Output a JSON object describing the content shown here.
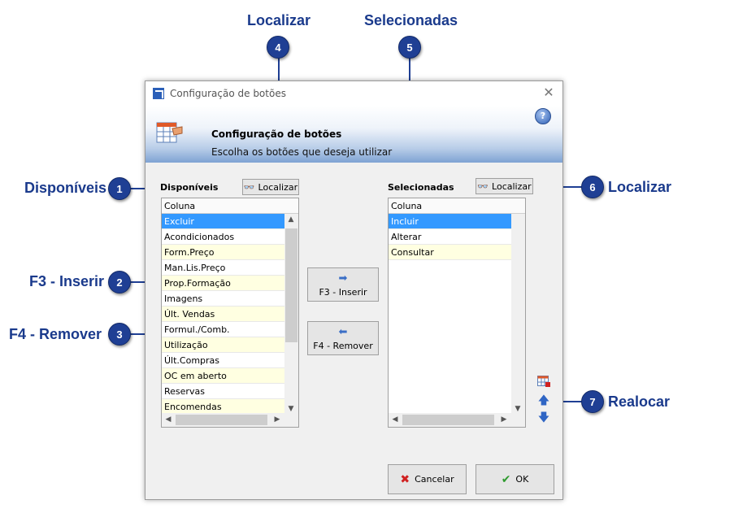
{
  "callouts": {
    "c1": {
      "num": "1",
      "label": "Disponíveis"
    },
    "c2": {
      "num": "2",
      "label": "F3 - Inserir"
    },
    "c3": {
      "num": "3",
      "label": "F4 - Remover"
    },
    "c4": {
      "num": "4",
      "label": "Localizar"
    },
    "c5": {
      "num": "5",
      "label": "Selecionadas"
    },
    "c6": {
      "num": "6",
      "label": "Localizar"
    },
    "c7": {
      "num": "7",
      "label": "Realocar"
    }
  },
  "window": {
    "title": "Configuração de botões",
    "close": "✕",
    "help": "?"
  },
  "header": {
    "title": "Configuração de botões",
    "subtitle": "Escolha os botões que deseja utilizar"
  },
  "available": {
    "label": "Disponíveis",
    "find_button": "Localizar",
    "column": "Coluna",
    "rows": [
      "Excluir",
      "Acondicionados",
      "Form.Preço",
      "Man.Lis.Preço",
      "Prop.Formação",
      "Imagens",
      "Últ. Vendas",
      "Formul./Comb.",
      "Utilização",
      "Últ.Compras",
      "OC em aberto",
      "Reservas",
      "Encomendas"
    ]
  },
  "selected": {
    "label": "Selecionadas",
    "find_button": "Localizar",
    "column": "Coluna",
    "rows": [
      "Incluir",
      "Alterar",
      "Consultar"
    ]
  },
  "actions": {
    "insert": "F3 - Inserir",
    "remove": "F4 - Remover",
    "cancel": "Cancelar",
    "ok": "OK"
  },
  "icons": {
    "binoculars": "binoculars-icon",
    "arrow_right": "arrow-right-icon",
    "arrow_left": "arrow-left-icon",
    "grid_config": "grid-config-icon",
    "arrow_up": "arrow-up-icon",
    "arrow_down": "arrow-down-icon"
  },
  "colors": {
    "accent": "#1f3f94",
    "selection": "#3399ff",
    "row_alt": "#ffffe1"
  }
}
